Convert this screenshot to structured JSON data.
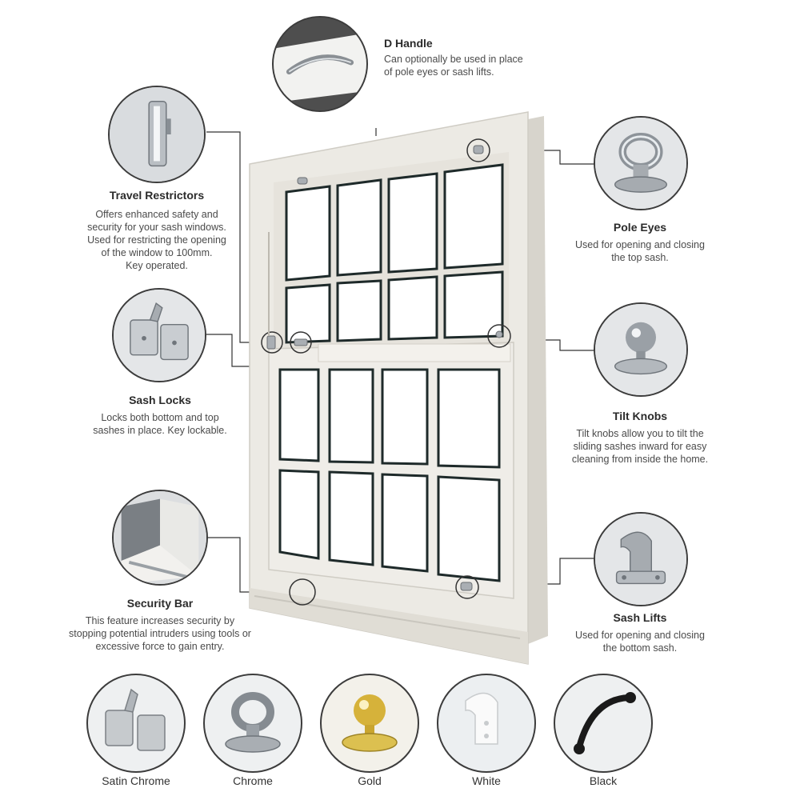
{
  "features": {
    "d_handle": {
      "title": "D Handle",
      "desc": [
        "Can optionally be used in place",
        "of pole eyes or sash lifts."
      ]
    },
    "travel_restrictors": {
      "title": "Travel Restrictors",
      "desc": [
        "Offers enhanced safety and",
        "security for your sash windows.",
        "Used for restricting the opening",
        "of the window to 100mm.",
        "Key operated."
      ]
    },
    "sash_locks": {
      "title": "Sash Locks",
      "desc": [
        "Locks both bottom and top",
        "sashes in place. Key lockable."
      ]
    },
    "security_bar": {
      "title": "Security Bar",
      "desc": [
        "This feature increases security by",
        "stopping potential intruders using tools or",
        "excessive force to gain entry."
      ]
    },
    "pole_eyes": {
      "title": "Pole Eyes",
      "desc": [
        "Used for opening and closing",
        "the top sash."
      ]
    },
    "tilt_knobs": {
      "title": "Tilt Knobs",
      "desc": [
        "Tilt knobs allow you to tilt the",
        "sliding sashes inward for easy",
        "cleaning from inside the home."
      ]
    },
    "sash_lifts": {
      "title": "Sash Lifts",
      "desc": [
        "Used for opening and closing",
        "the bottom sash."
      ]
    }
  },
  "finishes": [
    {
      "label": "Satin Chrome",
      "icon": "sash-lock-icon",
      "color": "#b8bcc0"
    },
    {
      "label": "Chrome",
      "icon": "pole-eye-icon",
      "color": "#9aa0a6"
    },
    {
      "label": "Gold",
      "icon": "tilt-knob-icon",
      "color": "#d8b840"
    },
    {
      "label": "White",
      "icon": "sash-lift-icon",
      "color": "#f4f4f4"
    },
    {
      "label": "Black",
      "icon": "d-handle-icon",
      "color": "#1a1a1a"
    }
  ],
  "colors": {
    "frame": "#eceae4",
    "frame_shadow": "#cfccc4",
    "glass": "#ffffff",
    "glazing_bar": "#1e2a2a",
    "callout_line": "#333333",
    "chrome": "#aab0b6"
  }
}
